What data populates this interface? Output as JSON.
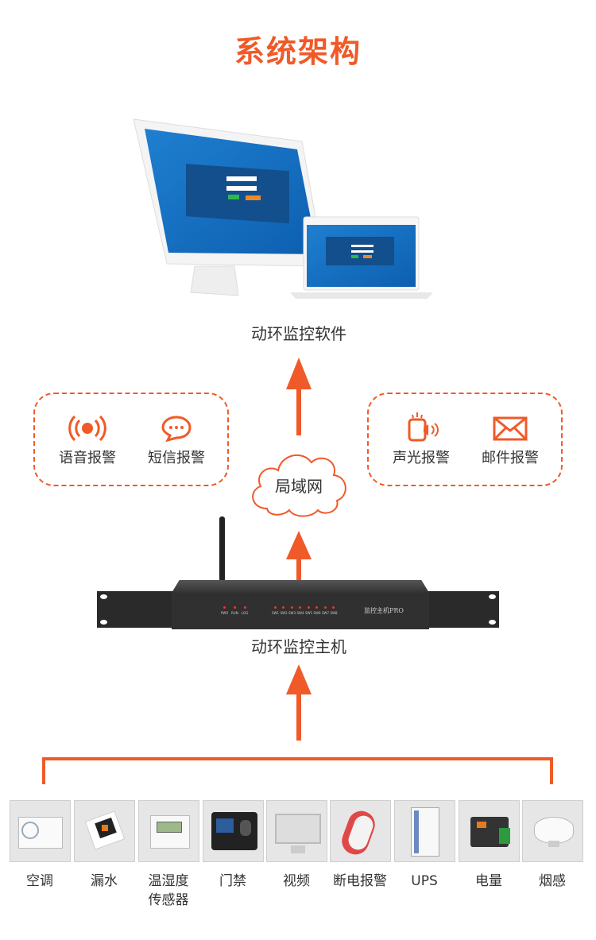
{
  "title": "系统架构",
  "software_label": "动环监控软件",
  "network_label": "局域网",
  "host_label": "动环监控主机",
  "host_device": {
    "model": "监控主机PRO",
    "status_leds": [
      "PWR",
      "RUN",
      "LOG"
    ],
    "channel_leds": [
      "SW1",
      "SW2",
      "SW3",
      "SW4",
      "SW5",
      "SW6",
      "SW7",
      "SW8"
    ]
  },
  "left_alerts": [
    {
      "label": "语音报警",
      "icon": "broadcast-icon"
    },
    {
      "label": "短信报警",
      "icon": "message-icon"
    }
  ],
  "right_alerts": [
    {
      "label": "声光报警",
      "icon": "siren-icon"
    },
    {
      "label": "邮件报警",
      "icon": "mail-icon"
    }
  ],
  "sensors": [
    {
      "label": "空调"
    },
    {
      "label": "漏水"
    },
    {
      "label": "温湿度",
      "label2": "传感器"
    },
    {
      "label": "门禁"
    },
    {
      "label": "视频"
    },
    {
      "label": "断电报警"
    },
    {
      "label": "UPS"
    },
    {
      "label": "电量"
    },
    {
      "label": "烟感"
    }
  ],
  "colors": {
    "accent": "#f05a28"
  }
}
